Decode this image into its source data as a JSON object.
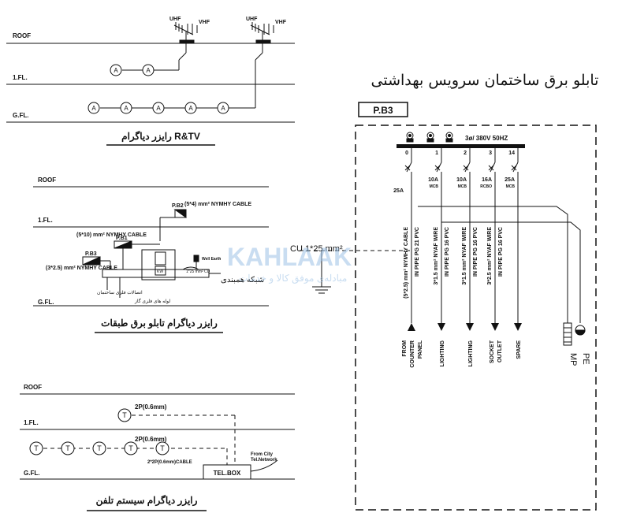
{
  "rtv": {
    "uhf1": "UHF",
    "vhf1": "VHF",
    "uhf2": "UHF",
    "vhf2": "VHF",
    "roof": "ROOF",
    "fl1": "1.FL.",
    "gfl": "G.FL.",
    "outlet": "A",
    "caption": "رایزر دیاگرام R&TV"
  },
  "panel_riser": {
    "roof": "ROOF",
    "fl1": "1.FL.",
    "gfl": "G.FL.",
    "cable1": "(5*4) mm² NYMHY CABLE",
    "cable2": "(5*10) mm² NYMHY CABLE",
    "cable3": "(3*2.5) mm² NYMHY CABLE",
    "pb1": "P.B1",
    "pb2": "P.B2",
    "pb3": "P.B3",
    "kw": "KW",
    "well_earth": "Well Earth",
    "cu_small": "1*25 mm² CU",
    "grid": "شبکه همبندی",
    "str_conn": "اتصالات فلزی ساختمان",
    "gas_pipe": "لوله های فلزی گاز",
    "caption": "رایزر دیاگرام تابلو برق طبقات"
  },
  "tel": {
    "roof": "ROOF",
    "fl1": "1.FL.",
    "gfl": "G.FL.",
    "pair_top": "2P(0.6mm)",
    "pair_mid": "2P(0.6mm)",
    "cable": "2*2P(0.6mm)CABLE",
    "from_city": "From City",
    "tel_network": "Tel.Network",
    "box": "TEL.BOX",
    "outlet": "T",
    "caption": "رایزر دیاگرام سیستم تلفن"
  },
  "main_panel": {
    "title": "تابلو برق ساختمان سرویس بهداشتی",
    "tag": "P.B3",
    "supply": "3ø/ 380V 50HZ",
    "ground_label": "CU 1*25 mm²",
    "mp": "MP",
    "pe": "PE",
    "circuits": [
      {
        "num": "0",
        "rating": "25A",
        "type": "",
        "cable": "(5*2.5) mm² NYMHY CABLE",
        "conduit": "IN PIPE PG 21 PVC",
        "load": "FROM COUNTER PANEL"
      },
      {
        "num": "1",
        "rating": "10A",
        "type": "MCB",
        "cable": "3*1.5 mm² NYAF WIRE",
        "conduit": "IN PIPE PG 16 PVC",
        "load": "LIGHTING"
      },
      {
        "num": "2",
        "rating": "10A",
        "type": "MCB",
        "cable": "3*1.5 mm² NYAF WIRE",
        "conduit": "IN PIPE PG 16 PVC",
        "load": "LIGHTING"
      },
      {
        "num": "3",
        "rating": "16A",
        "type": "RCBO",
        "cable": "3*2.5 mm² NYAF WIRE",
        "conduit": "IN PIPE PG 16 PVC",
        "load": "SOCKET OUTLET"
      },
      {
        "num": "14",
        "rating": "25A",
        "type": "MCB",
        "cable": "",
        "conduit": "",
        "load": "SPARE"
      }
    ]
  },
  "watermark": {
    "brand": "KAHLAAK",
    "sub": "مبادله‌ی موفق کالا و خدمات"
  }
}
